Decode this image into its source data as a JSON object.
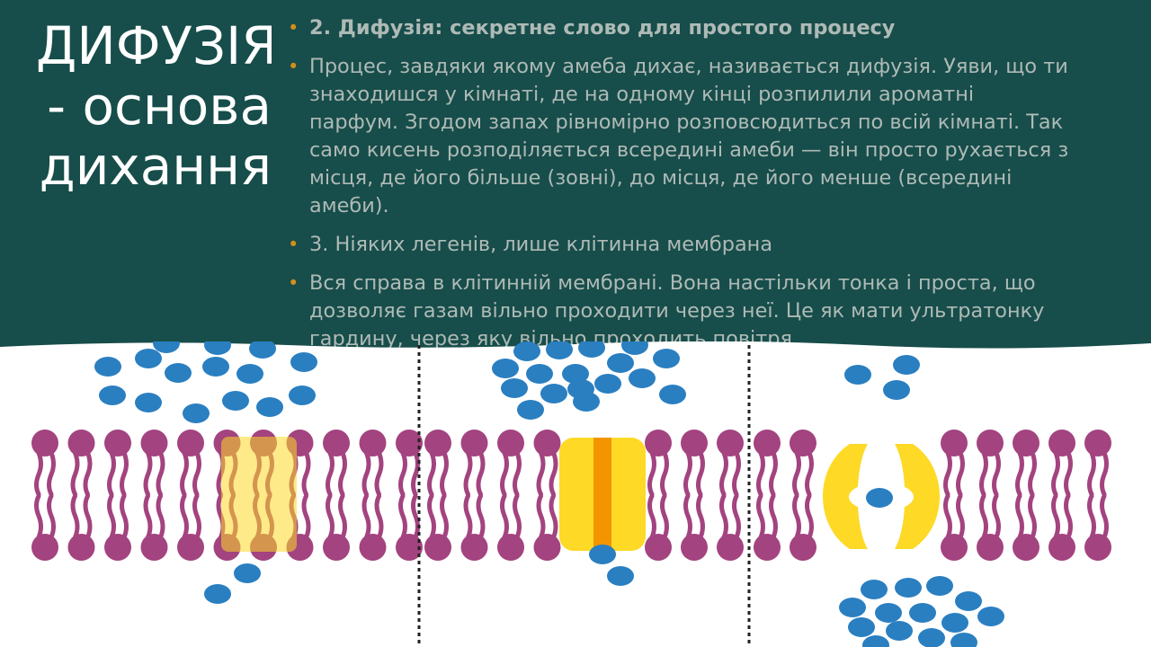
{
  "slide": {
    "title_lines": [
      "ДИФУЗІЯ",
      "- основа",
      "дихання"
    ],
    "bullets": [
      {
        "lines": [
          "2. Дифузія: секретне слово для простого процесу"
        ]
      },
      {
        "lines": [
          "Процес, завдяки якому амеба дихає, називається дифузія. Уяви, що ти",
          "знаходишся у кімнаті, де на одному кінці розпилили ароматні",
          "парфум. Згодом запах рівномірно розповсюдиться по всій кімнаті. Так",
          "само кисень розподіляється всередині амеби — він просто рухається з",
          "місця, де його більше (зовні), до місця, де його менше (всередині",
          "амеби)."
        ]
      },
      {
        "lines": [
          "3. Ніяких легенів, лише клітинна мембрана"
        ]
      },
      {
        "lines": [
          "Вся справа в клітинній мембрані. Вона настільки тонка і проста, що",
          "дозволяє газам вільно проходити через неї. Це як мати ультратонку",
          "гардину, через яку вільно проходить повітря"
        ]
      }
    ]
  },
  "illustration": {
    "panels": [
      "simple-diffusion",
      "channel-protein",
      "carrier-protein"
    ],
    "colors": {
      "band": "#174d4a",
      "title_text": "#ffffff",
      "body_text": "#aebab6",
      "bullet_dot": "#d28f1b",
      "phospholipid": "#a3437f",
      "molecule": "#2a7fc1",
      "protein": "#fed926",
      "protein_core": "#f29500",
      "divider": "#222222"
    }
  }
}
